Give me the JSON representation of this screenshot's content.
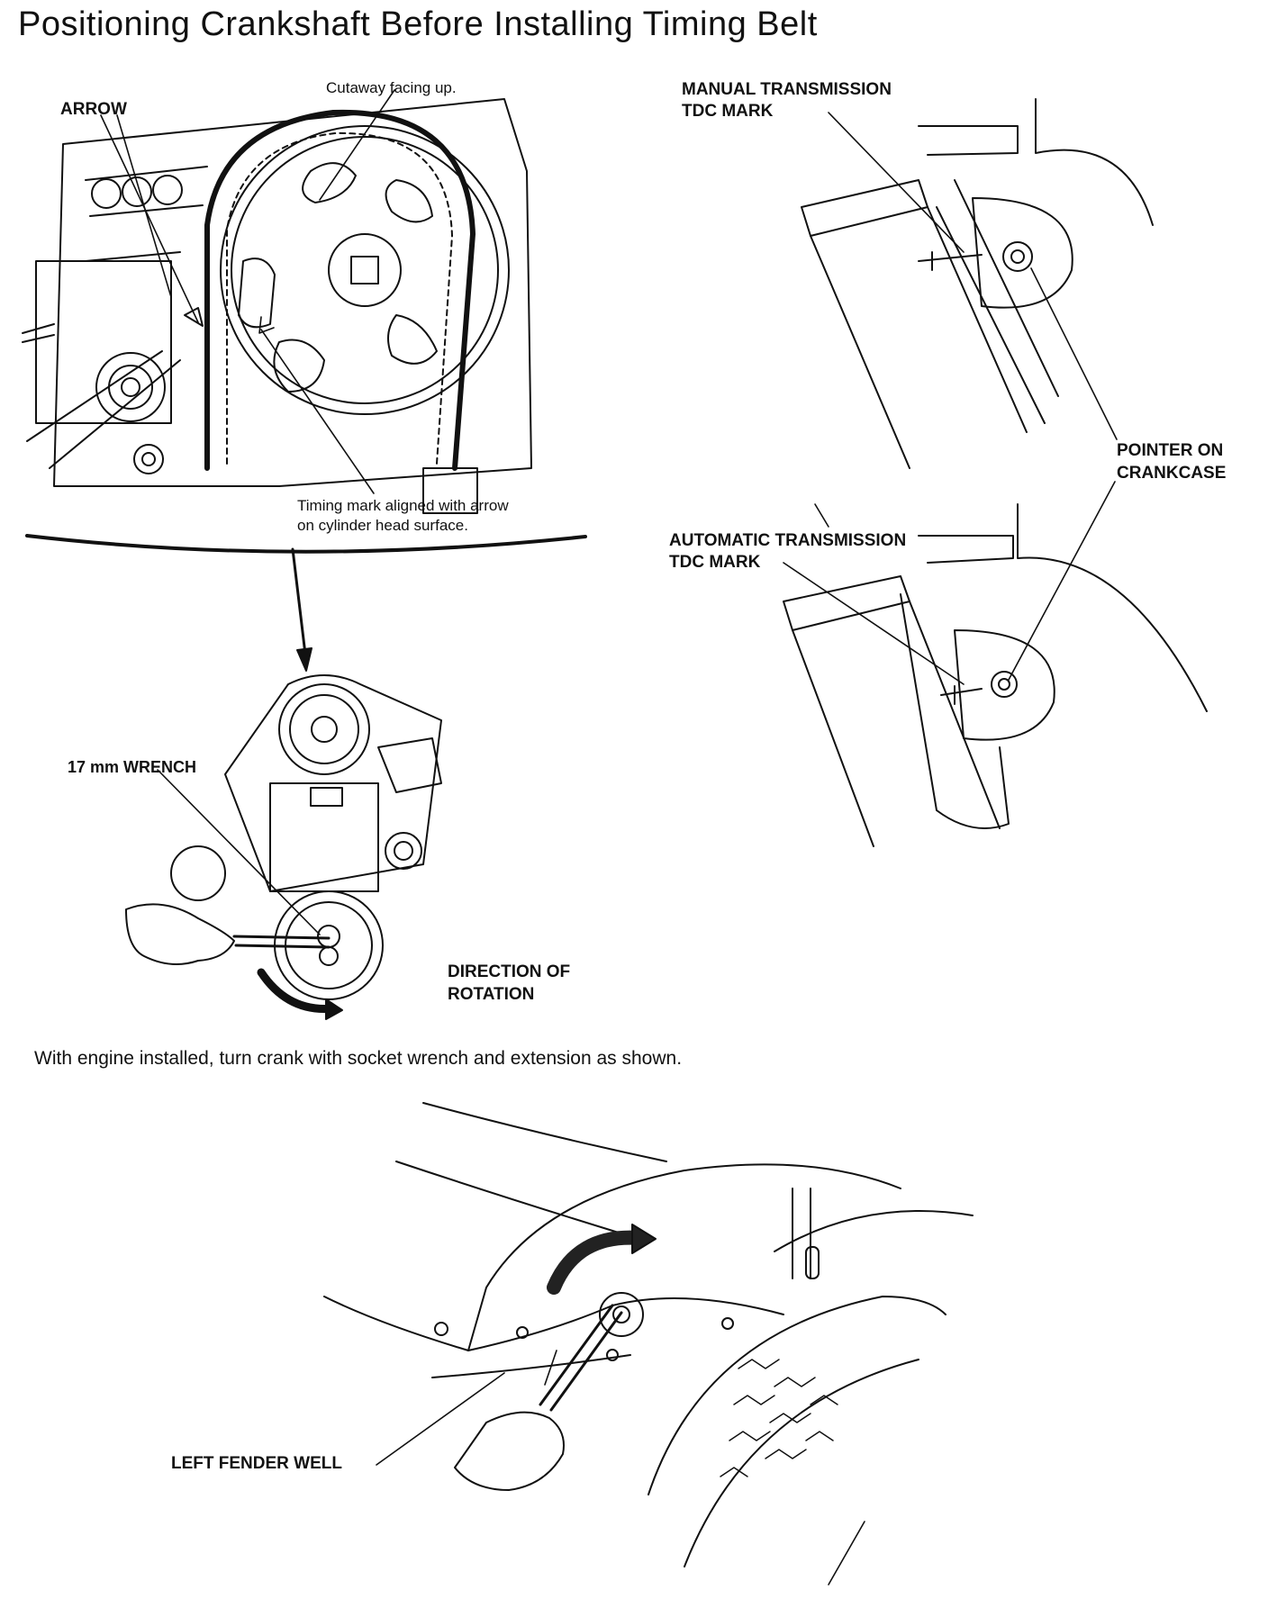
{
  "title": "Positioning Crankshaft Before Installing Timing Belt",
  "labels": {
    "arrow": "ARROW",
    "cutaway_note": "Cutaway facing up.",
    "timing_mark_note_line1": "Timing mark aligned with arrow",
    "timing_mark_note_line2": "on cylinder head surface.",
    "wrench": "17 mm WRENCH",
    "direction_line1": "DIRECTION OF",
    "direction_line2": "ROTATION",
    "manual_line1": "MANUAL TRANSMISSION",
    "manual_line2": "TDC MARK",
    "pointer_line1": "POINTER ON",
    "pointer_line2": "CRANKCASE",
    "automatic_line1": "AUTOMATIC TRANSMISSION",
    "automatic_line2": "TDC MARK",
    "fender": "LEFT FENDER WELL"
  },
  "caption": "With engine installed, turn crank with socket wrench and extension as shown.",
  "colors": {
    "ink": "#111111",
    "background": "#ffffff"
  }
}
